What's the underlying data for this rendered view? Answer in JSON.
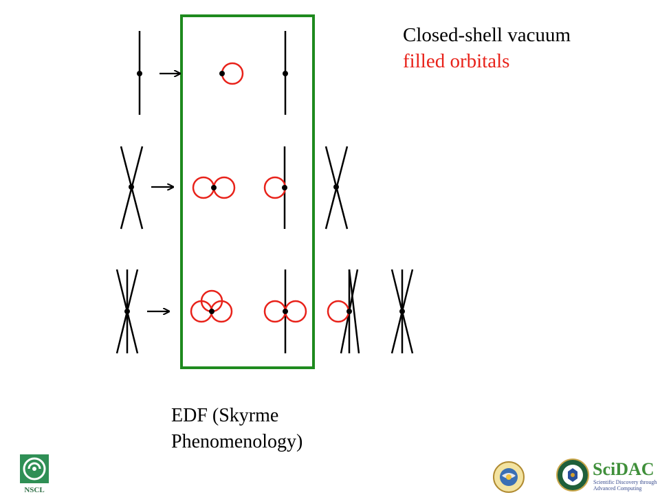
{
  "legend": {
    "vacuum_label": "Closed-shell  vacuum",
    "filled_label": "filled orbitals",
    "filled_color": "#e8221a"
  },
  "caption": {
    "line1": "EDF (Skyrme",
    "line2": "Phenomenology)"
  },
  "box": {
    "color": "#1e8a1e"
  },
  "logos": {
    "nscl_text": "NSCL",
    "scidac_word": "SciDAC",
    "scidac_line1": "Scientific Discovery through",
    "scidac_line2": "Advanced Computing"
  },
  "colors": {
    "line": "#000000",
    "orbital": "#e8221a",
    "nscl_green": "#2f8f55",
    "scidac_green": "#3f8f3a",
    "scidac_red": "#c0392b"
  }
}
